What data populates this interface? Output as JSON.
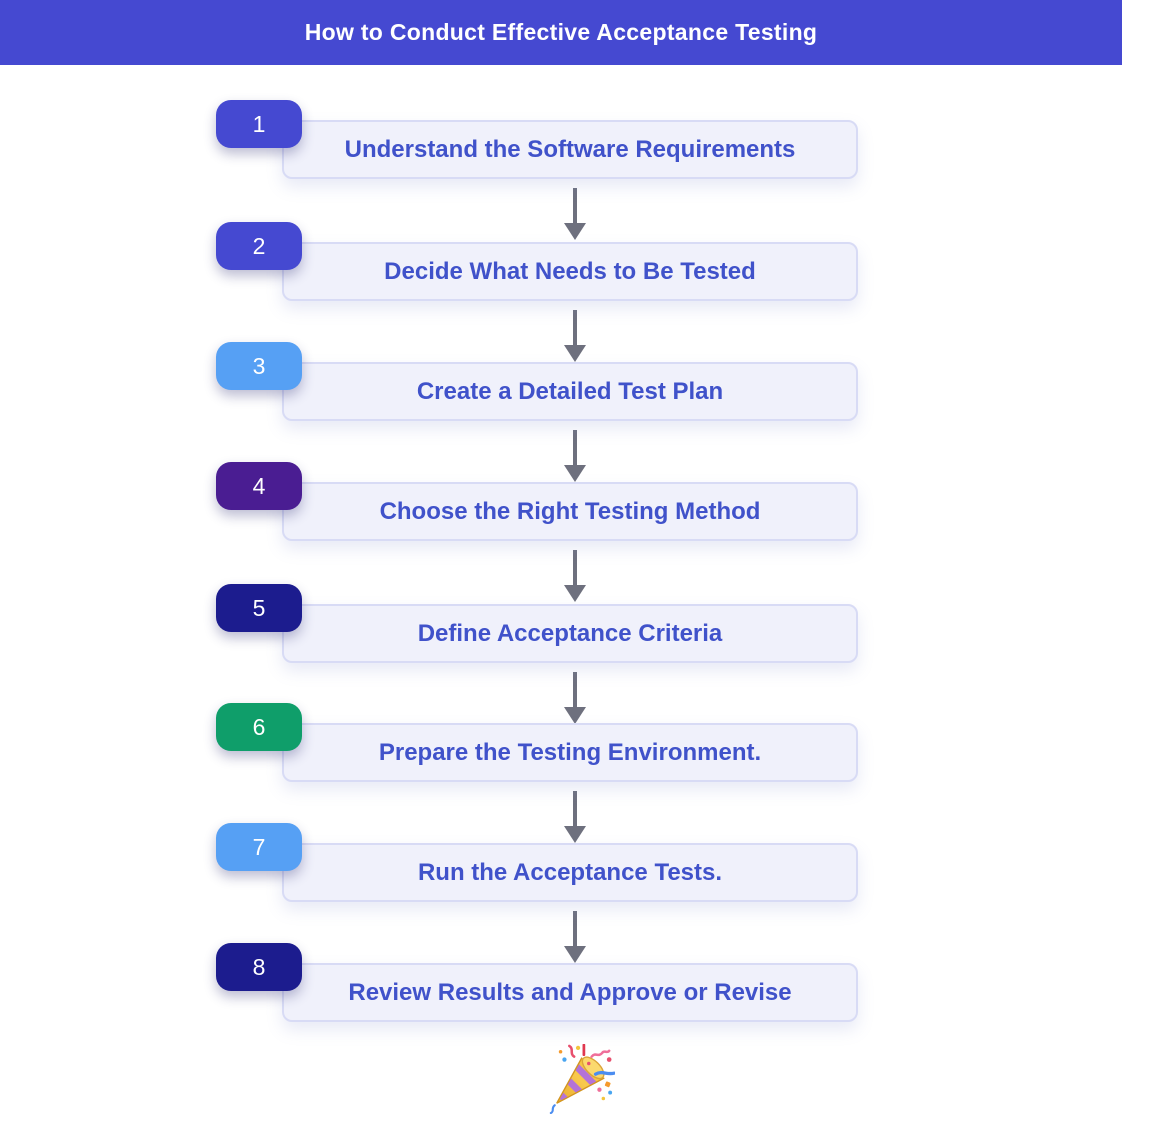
{
  "header": {
    "title": "How to Conduct Effective Acceptance Testing",
    "bg_color": "#4549d1",
    "text_color": "#ffffff"
  },
  "steps": [
    {
      "number": "1",
      "label": "Understand the Software Requirements",
      "badge_color": "#4549d1"
    },
    {
      "number": "2",
      "label": "Decide What Needs to Be Tested",
      "badge_color": "#4549d1"
    },
    {
      "number": "3",
      "label": "Create a Detailed Test Plan",
      "badge_color": "#56a0f4"
    },
    {
      "number": "4",
      "label": "Choose the Right Testing Method",
      "badge_color": "#4a1d92"
    },
    {
      "number": "5",
      "label": "Define Acceptance Criteria",
      "badge_color": "#1c1c8e"
    },
    {
      "number": "6",
      "label": "Prepare the Testing Environment.",
      "badge_color": "#0f9e6a"
    },
    {
      "number": "7",
      "label": "Run the Acceptance Tests.",
      "badge_color": "#56a0f4"
    },
    {
      "number": "8",
      "label": "Review Results and Approve or Revise",
      "badge_color": "#1c1c8e"
    }
  ],
  "styles": {
    "step_box_bg": "#f0f1fb",
    "step_box_border": "#d8dbf5",
    "step_label_color": "#4052ca",
    "arrow_color": "#6e707e"
  },
  "footer": {
    "icon": "party-popper"
  }
}
